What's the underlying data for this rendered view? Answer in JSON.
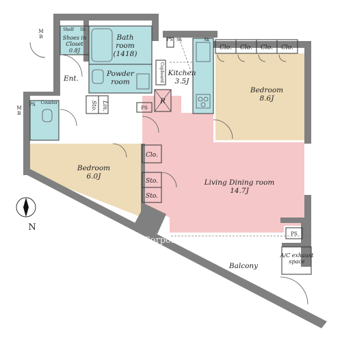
{
  "rooms": {
    "mb": "M\nB",
    "shoes": "Shoes in\nCloset\n0.8J",
    "shelf": "Shelf",
    "sh": "Sh",
    "bath": "Bath\nroom\n(1418)",
    "powder": "Powder\nroom",
    "ent": "Ent.",
    "ps": "PS",
    "counter": "Counter",
    "sto": "Sto.",
    "lin": "Lin.",
    "cupboard": "Cupboard",
    "kitchen": "Kitchen\n3.5J",
    "r": "R",
    "clo": "Clo.",
    "bedroom1": "Bedroom\n8.6J",
    "bedroom2": "Bedroom\n6.0J",
    "living": "Living Dining room\n14.7J",
    "balcony": "Balcony",
    "ac": "A/C exhaust\nspace",
    "sk": "Sk",
    "north": "N"
  },
  "watermark": "Ken Corporation Ltd.",
  "colors": {
    "wall": "#808080",
    "bedroom": "#eedcb8",
    "living": "#f5c7c9",
    "wet": "#b7e0e3",
    "white": "#ffffff"
  }
}
